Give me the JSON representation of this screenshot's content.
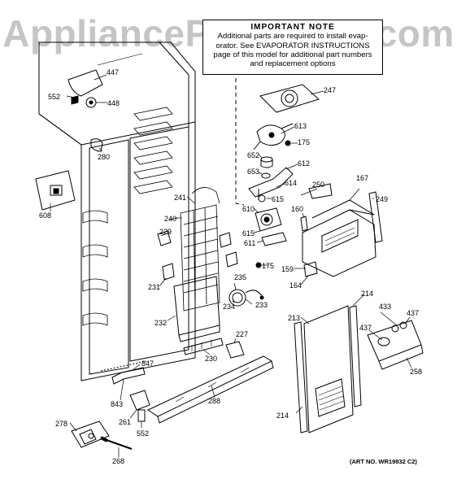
{
  "watermark": "AppliancePartsPros.com",
  "notice": {
    "title": "IMPORTANT NOTE",
    "lines": [
      "Additional parts are required to install evap-",
      "orator.  See EVAPORATOR INSTRUCTIONS",
      "page of this model for additional part numbers",
      "and replacement options"
    ]
  },
  "art_number": "(ART NO. WR19832 C2)",
  "callouts": [
    {
      "id": "447",
      "label": "447"
    },
    {
      "id": "552a",
      "label": "552"
    },
    {
      "id": "448",
      "label": "448"
    },
    {
      "id": "280",
      "label": "280"
    },
    {
      "id": "608",
      "label": "608"
    },
    {
      "id": "247",
      "label": "247"
    },
    {
      "id": "613",
      "label": "613"
    },
    {
      "id": "175a",
      "label": "175"
    },
    {
      "id": "652",
      "label": "652"
    },
    {
      "id": "612",
      "label": "612"
    },
    {
      "id": "653",
      "label": "653"
    },
    {
      "id": "614",
      "label": "614"
    },
    {
      "id": "615a",
      "label": "615"
    },
    {
      "id": "610",
      "label": "610"
    },
    {
      "id": "615b",
      "label": "615"
    },
    {
      "id": "611",
      "label": "611"
    },
    {
      "id": "175b",
      "label": "175"
    },
    {
      "id": "241",
      "label": "241"
    },
    {
      "id": "240",
      "label": "240"
    },
    {
      "id": "229",
      "label": "229"
    },
    {
      "id": "231",
      "label": "231"
    },
    {
      "id": "250",
      "label": "250"
    },
    {
      "id": "167",
      "label": "167"
    },
    {
      "id": "249",
      "label": "249"
    },
    {
      "id": "160",
      "label": "160"
    },
    {
      "id": "159",
      "label": "159"
    },
    {
      "id": "164",
      "label": "164"
    },
    {
      "id": "235",
      "label": "235"
    },
    {
      "id": "234",
      "label": "234"
    },
    {
      "id": "233",
      "label": "233"
    },
    {
      "id": "232",
      "label": "232"
    },
    {
      "id": "227",
      "label": "227"
    },
    {
      "id": "230",
      "label": "230"
    },
    {
      "id": "847",
      "label": "847"
    },
    {
      "id": "843",
      "label": "843"
    },
    {
      "id": "261",
      "label": "261"
    },
    {
      "id": "552b",
      "label": "552"
    },
    {
      "id": "288",
      "label": "288"
    },
    {
      "id": "278",
      "label": "278"
    },
    {
      "id": "268",
      "label": "268"
    },
    {
      "id": "214a",
      "label": "214"
    },
    {
      "id": "213",
      "label": "213"
    },
    {
      "id": "433",
      "label": "433"
    },
    {
      "id": "437a",
      "label": "437"
    },
    {
      "id": "437b",
      "label": "437"
    },
    {
      "id": "258",
      "label": "258"
    },
    {
      "id": "214b",
      "label": "214"
    }
  ]
}
